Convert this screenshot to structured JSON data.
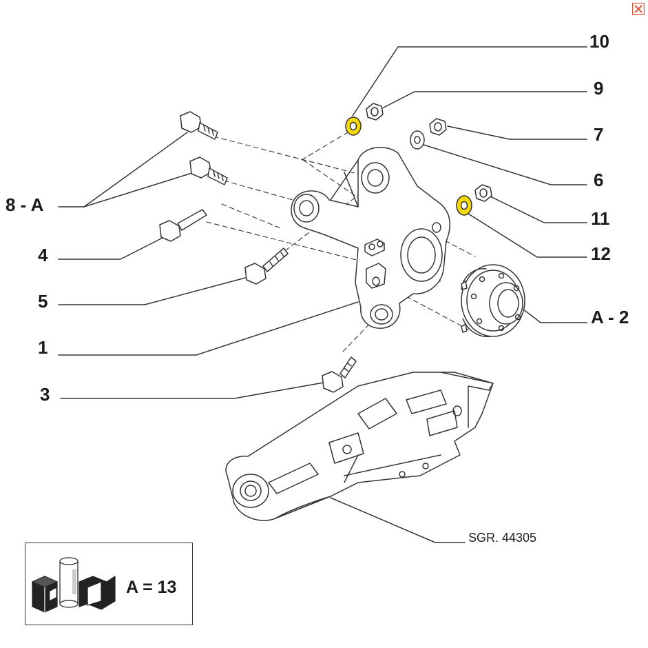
{
  "close": {
    "icon": "close-icon",
    "color": "#e05a3a"
  },
  "callouts": {
    "c10": "10",
    "c9": "9",
    "c7": "7",
    "c6": "6",
    "c11": "11",
    "c12": "12",
    "cA2": "A - 2",
    "c8A": "8 - A",
    "c4": "4",
    "c5": "5",
    "c1": "1",
    "c3": "3"
  },
  "reference": "SGR. 44305",
  "legend": {
    "text": "A = 13",
    "icon": "fiat-lubricant-can-icon"
  },
  "colors": {
    "highlight": "#f5d90a",
    "line": "#333333"
  }
}
